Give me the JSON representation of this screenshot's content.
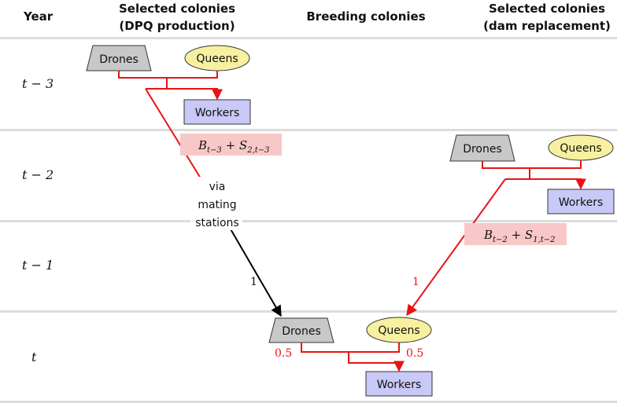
{
  "header": {
    "year": "Year",
    "selected_dpq": [
      "Selected colonies",
      "(DPQ production)"
    ],
    "breeding": "Breeding colonies",
    "selected_dam": [
      "Selected colonies",
      "(dam replacement)"
    ]
  },
  "years": [
    "t − 3",
    "t − 2",
    "t − 1",
    "t"
  ],
  "nodes": {
    "drones": "Drones",
    "queens": "Queens",
    "workers": "Workers"
  },
  "labels": {
    "mating_stations": [
      "via",
      "mating",
      "stations"
    ],
    "weight_drone_path": "1",
    "weight_queen_path": "1",
    "weight_drones_t": "0.5",
    "weight_queens_t": "0.5",
    "box_dpq": {
      "B": "B",
      "B_sub": "t−3",
      "plus": " + ",
      "S": "S",
      "S_sub": "2,t−3"
    },
    "box_dam": {
      "B": "B",
      "B_sub": "t−2",
      "plus": " + ",
      "S": "S",
      "S_sub": "1,t−2"
    }
  },
  "colors": {
    "drones_fill": "#c8c8c8",
    "queens_fill": "#f7f0a0",
    "workers_fill": "#c9c9f7",
    "formula_box": "#f8c8c8",
    "arrow_red": "#e81414",
    "arrow_black": "#000000"
  }
}
